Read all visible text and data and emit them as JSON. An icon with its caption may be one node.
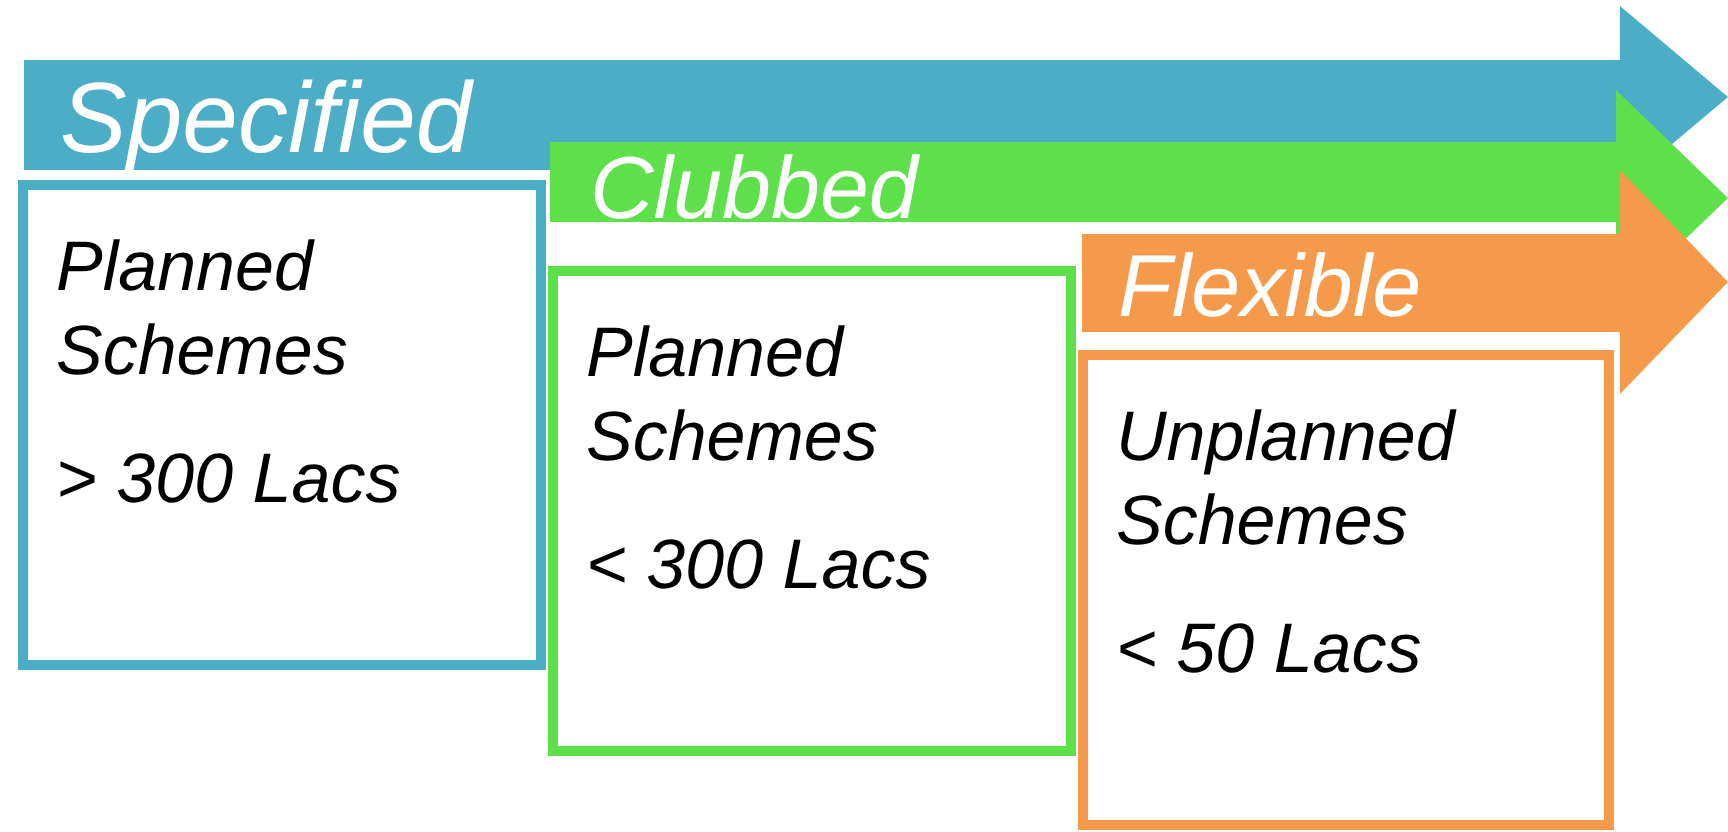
{
  "diagram": {
    "nodes": [
      {
        "text": [
          "Specified"
        ]
      },
      {
        "text": [
          "Planned Schemes",
          "> 300 Lacs"
        ]
      },
      {
        "text": [
          "Clubbed"
        ]
      },
      {
        "text": [
          "Planned Schemes",
          "< 300 Lacs"
        ]
      },
      {
        "text": [
          "Flexible"
        ]
      },
      {
        "text": [
          "Unplanned Schemes",
          "< 50 Lacs"
        ]
      }
    ]
  }
}
